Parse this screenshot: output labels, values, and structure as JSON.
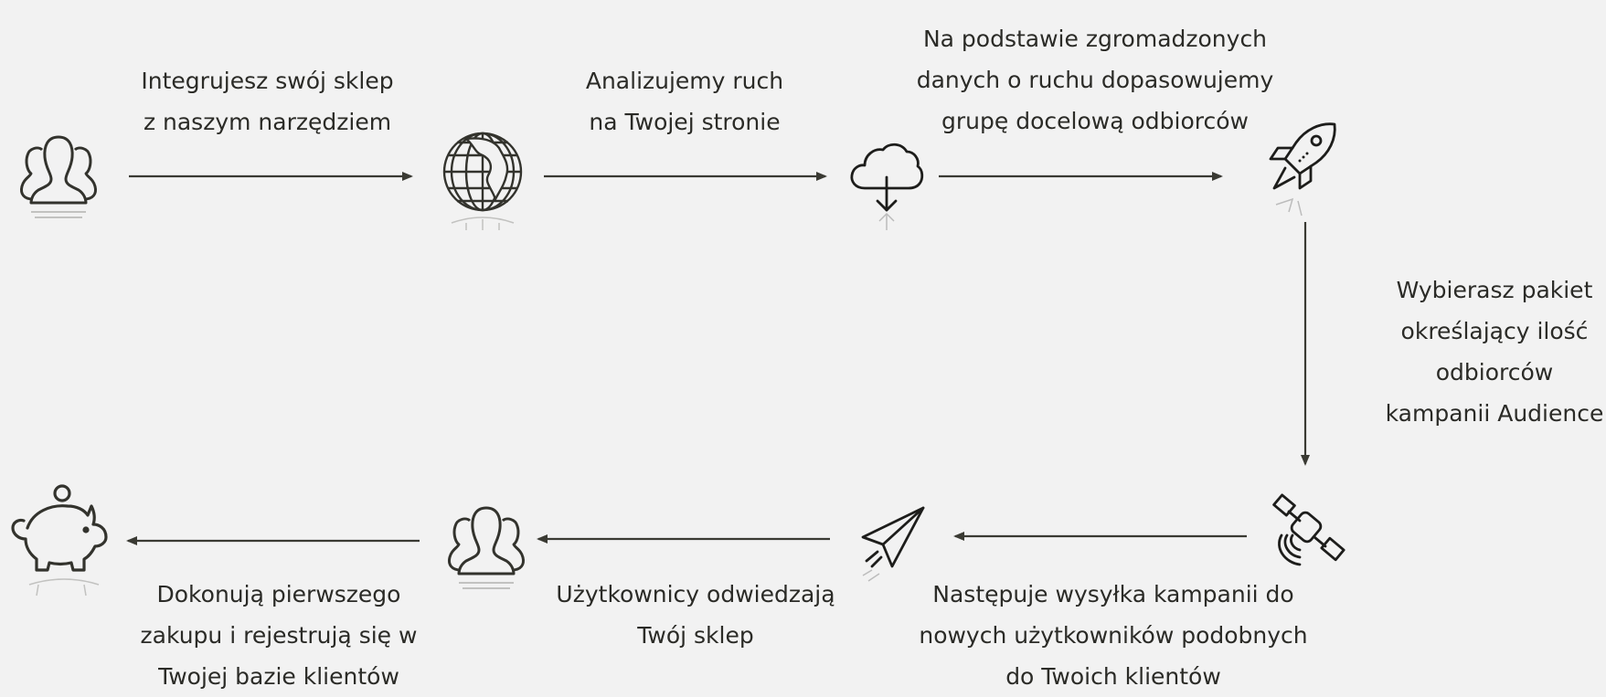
{
  "steps": [
    {
      "lines": [
        "Integrujesz swój sklep",
        " z naszym narzędziem"
      ]
    },
    {
      "lines": [
        "Analizujemy ruch",
        " na Twojej stronie"
      ]
    },
    {
      "lines": [
        "Na podstawie  zgromadzonych",
        "danych o ruchu dopasowujemy",
        "grupę docelową odbiorców"
      ]
    },
    {
      "lines": [
        "Wybierasz pakiet",
        "określający ilość",
        "odbiorców",
        "kampanii Audience"
      ]
    },
    {
      "lines": [
        "Następuje wysyłka kampanii do",
        "nowych użytkowników podobnych",
        "do Twoich klientów"
      ]
    },
    {
      "lines": [
        "Użytkownicy odwiedzają",
        "Twój sklep"
      ]
    },
    {
      "lines": [
        "Dokonują pierwszego",
        "zakupu i rejestrują się w",
        "Twojej bazie klientów"
      ]
    }
  ],
  "icons": {
    "people": "people-icon",
    "globe": "globe-icon",
    "cloud": "cloud-download-icon",
    "rocket": "rocket-icon",
    "satellite": "satellite-icon",
    "plane": "paper-plane-icon",
    "people2": "people-icon",
    "piggy": "piggy-bank-icon"
  },
  "colors": {
    "stroke": "#2b2b27",
    "background": "#f2f2f2"
  }
}
